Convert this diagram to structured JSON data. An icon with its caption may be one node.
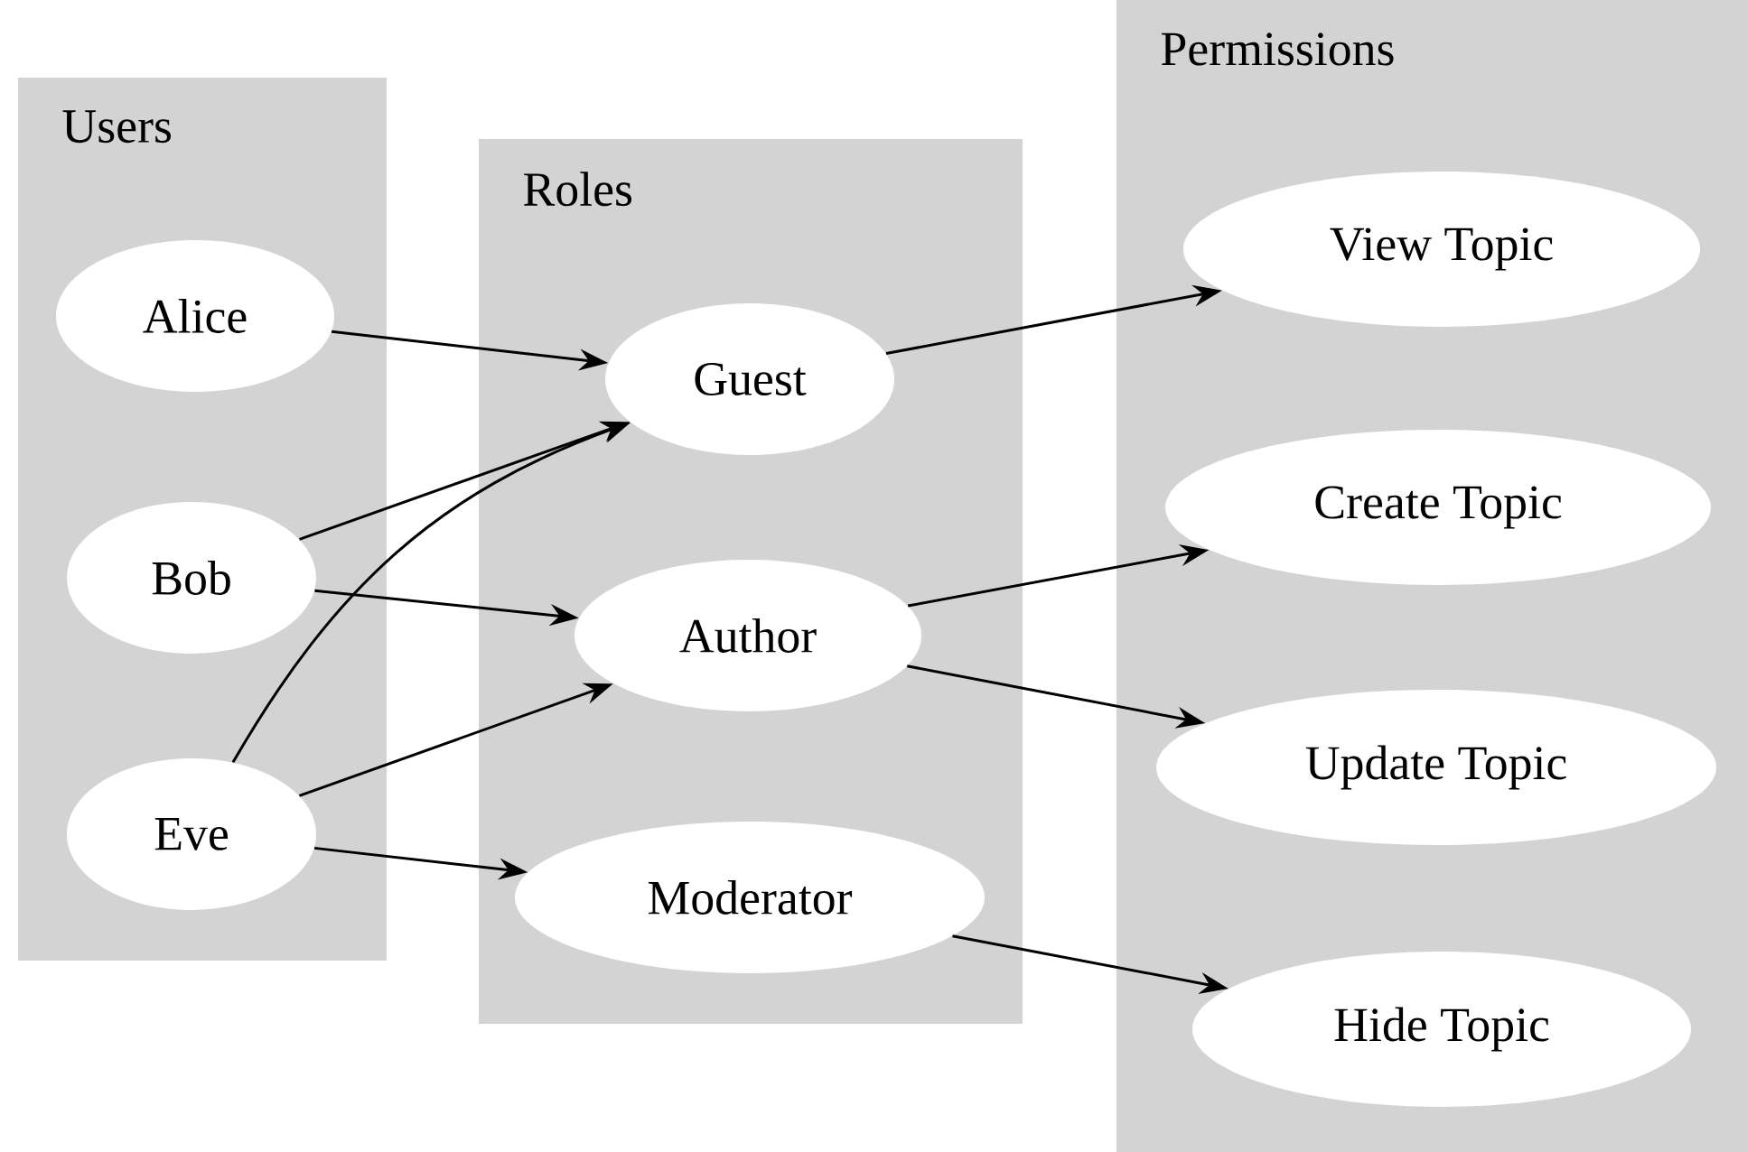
{
  "diagram": {
    "nodes": [
      {
        "text": [
          "Users"
        ]
      },
      {
        "text": [
          "Alice"
        ],
        "in": 0
      },
      {
        "text": [
          "Bob"
        ],
        "in": 0
      },
      {
        "text": [
          "Eve"
        ],
        "in": 0
      },
      {
        "text": [
          "Roles"
        ]
      },
      {
        "text": [
          "Guest"
        ],
        "in": 4
      },
      {
        "text": [
          "Author"
        ],
        "in": 4
      },
      {
        "text": [
          "Moderator"
        ],
        "in": 4
      },
      {
        "text": [
          "Permissions"
        ]
      },
      {
        "text": [
          "View Topic"
        ],
        "in": 8
      },
      {
        "text": [
          "Create Topic"
        ],
        "in": 8
      },
      {
        "text": [
          "Update Topic"
        ],
        "in": 8
      },
      {
        "text": [
          "Hide Topic"
        ],
        "in": 8
      }
    ],
    "edges": [
      {
        "from": 1,
        "to": 5,
        "arrow": "to"
      },
      {
        "from": 2,
        "to": 5,
        "arrow": "to"
      },
      {
        "from": 2,
        "to": 6,
        "arrow": "to"
      },
      {
        "from": 3,
        "to": 5,
        "arrow": "to"
      },
      {
        "from": 3,
        "to": 6,
        "arrow": "to"
      },
      {
        "from": 3,
        "to": 7,
        "arrow": "to"
      },
      {
        "from": 5,
        "to": 9,
        "arrow": "to"
      },
      {
        "from": 6,
        "to": 10,
        "arrow": "to"
      },
      {
        "from": 6,
        "to": 11,
        "arrow": "to"
      },
      {
        "from": 7,
        "to": 12,
        "arrow": "to"
      }
    ]
  }
}
